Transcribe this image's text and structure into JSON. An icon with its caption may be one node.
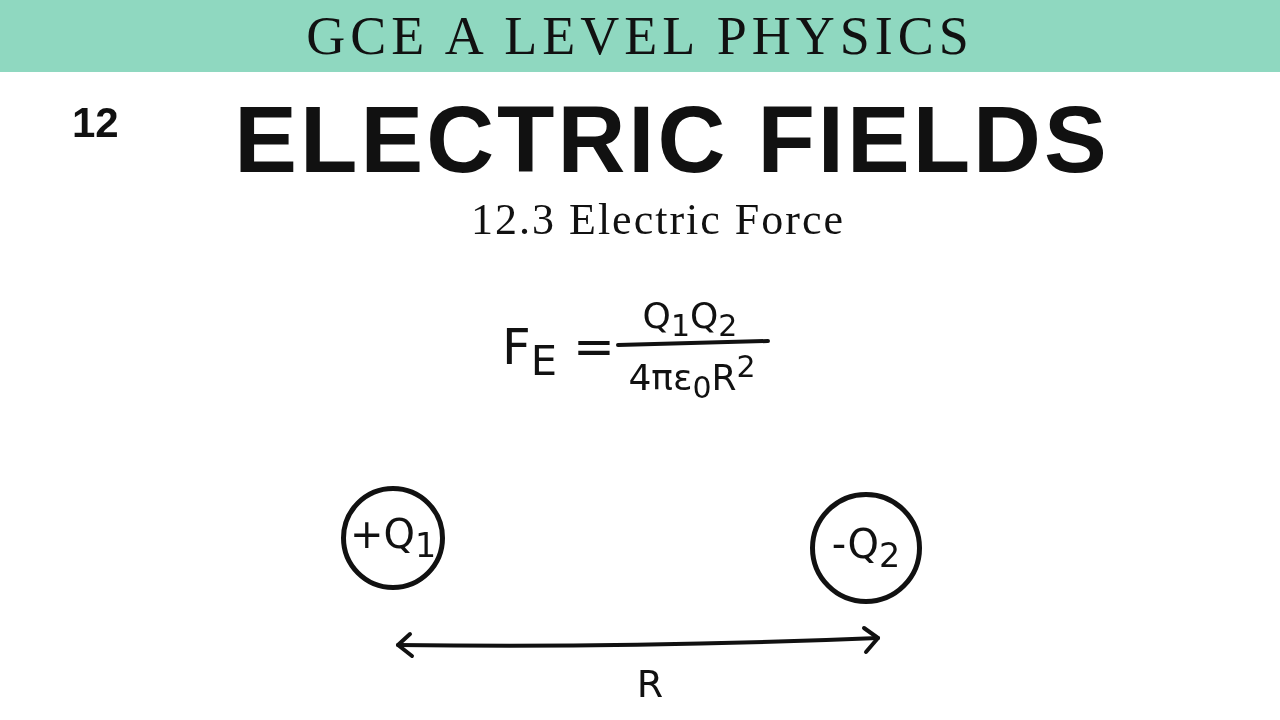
{
  "diagram": {
    "title": "GCE A LEVEL PHYSICS",
    "nodes": [
      {
        "text": [
          "+Q$_{1}$"
        ]
      },
      {
        "text": [
          "-Q$_{2}$"
        ]
      }
    ],
    "edges": [],
    "labels": [
      "12",
      "ELECTRIC FIELDS",
      "12.3 Electric Force",
      "F$_{E}$ =",
      "Q$_{1}$Q$_{2}$",
      "4πε$_{0}$R$^{2}$",
      "R"
    ]
  }
}
